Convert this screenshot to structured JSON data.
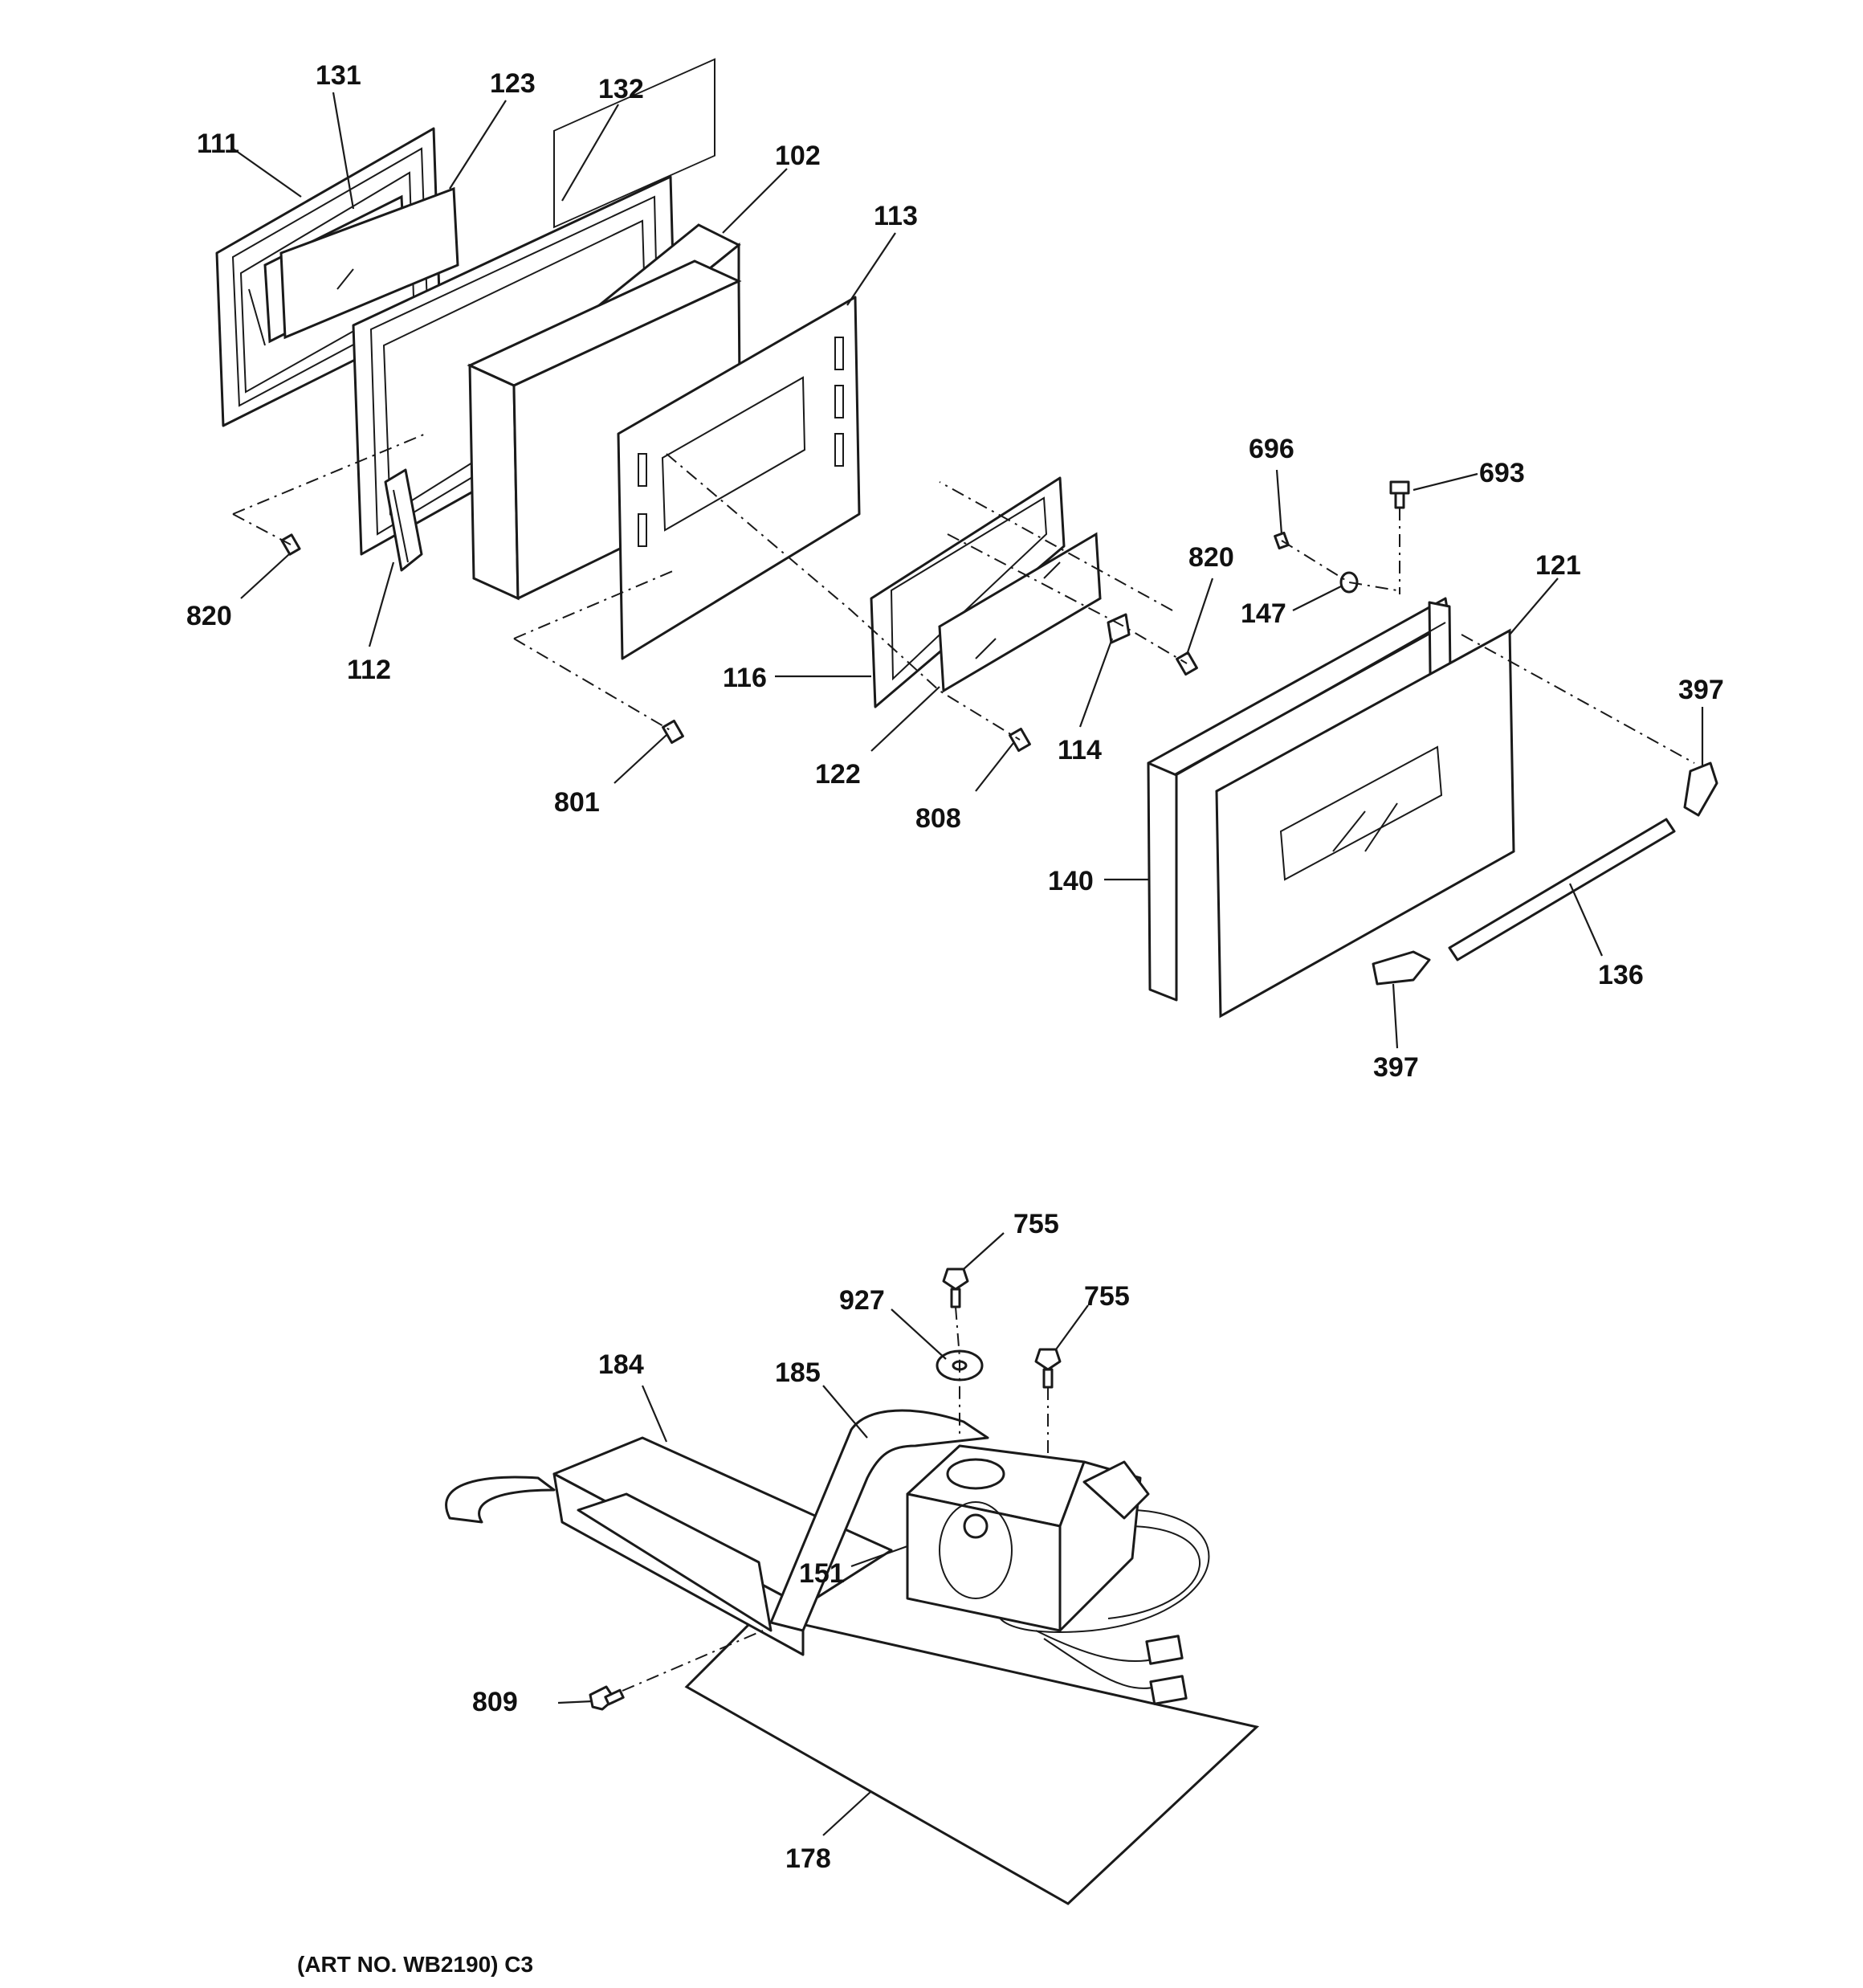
{
  "diagram": {
    "art_number": "(ART NO. WB2190) C3",
    "callouts": {
      "c111": "111",
      "c131": "131",
      "c123": "123",
      "c132": "132",
      "c102": "102",
      "c113": "113",
      "c820a": "820",
      "c112": "112",
      "c801": "801",
      "c116": "116",
      "c122": "122",
      "c808": "808",
      "c114": "114",
      "c820b": "820",
      "c696": "696",
      "c693": "693",
      "c147": "147",
      "c121": "121",
      "c397a": "397",
      "c140": "140",
      "c136": "136",
      "c397b": "397",
      "c755a": "755",
      "c927": "927",
      "c755b": "755",
      "c184": "184",
      "c185": "185",
      "c151": "151",
      "c809": "809",
      "c178": "178"
    }
  }
}
